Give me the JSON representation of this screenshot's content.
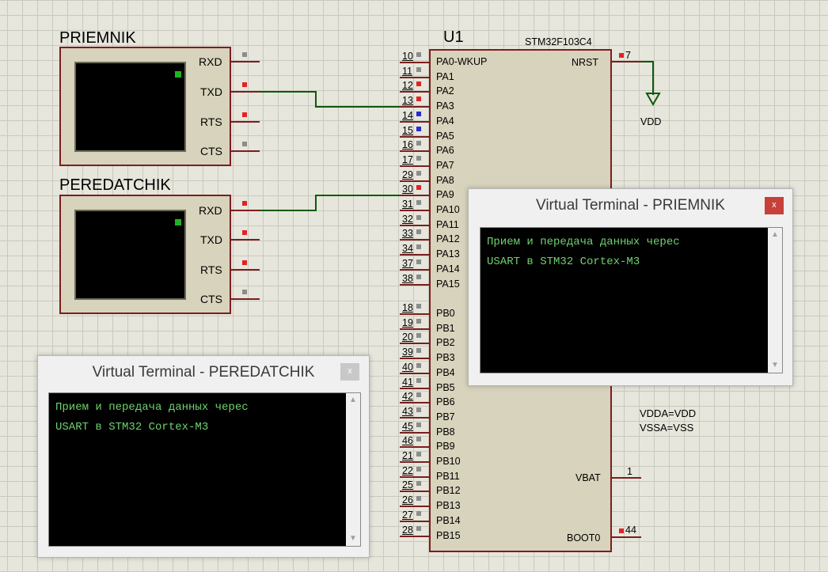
{
  "schematic": {
    "receiver": {
      "name": "PRIEMNIK",
      "pins": [
        "RXD",
        "TXD",
        "RTS",
        "CTS"
      ]
    },
    "transmitter": {
      "name": "PEREDATCHIK",
      "pins": [
        "RXD",
        "TXD",
        "RTS",
        "CTS"
      ]
    },
    "mcu": {
      "ref": "U1",
      "part": "STM32F103C4",
      "left_pins": [
        {
          "num": "10",
          "name": "PA0-WKUP"
        },
        {
          "num": "11",
          "name": "PA1"
        },
        {
          "num": "12",
          "name": "PA2"
        },
        {
          "num": "13",
          "name": "PA3"
        },
        {
          "num": "14",
          "name": "PA4"
        },
        {
          "num": "15",
          "name": "PA5"
        },
        {
          "num": "16",
          "name": "PA6"
        },
        {
          "num": "17",
          "name": "PA7"
        },
        {
          "num": "29",
          "name": "PA8"
        },
        {
          "num": "30",
          "name": "PA9"
        },
        {
          "num": "31",
          "name": "PA10"
        },
        {
          "num": "32",
          "name": "PA11"
        },
        {
          "num": "33",
          "name": "PA12"
        },
        {
          "num": "34",
          "name": "PA13"
        },
        {
          "num": "37",
          "name": "PA14"
        },
        {
          "num": "38",
          "name": "PA15"
        },
        {
          "num": "18",
          "name": "PB0"
        },
        {
          "num": "19",
          "name": "PB1"
        },
        {
          "num": "20",
          "name": "PB2"
        },
        {
          "num": "39",
          "name": "PB3"
        },
        {
          "num": "40",
          "name": "PB4"
        },
        {
          "num": "41",
          "name": "PB5"
        },
        {
          "num": "42",
          "name": "PB6"
        },
        {
          "num": "43",
          "name": "PB7"
        },
        {
          "num": "45",
          "name": "PB8"
        },
        {
          "num": "46",
          "name": "PB9"
        },
        {
          "num": "21",
          "name": "PB10"
        },
        {
          "num": "22",
          "name": "PB11"
        },
        {
          "num": "25",
          "name": "PB12"
        },
        {
          "num": "26",
          "name": "PB13"
        },
        {
          "num": "27",
          "name": "PB14"
        },
        {
          "num": "28",
          "name": "PB15"
        }
      ],
      "nrst": {
        "name": "NRST",
        "num": "7"
      },
      "vbat": {
        "name": "VBAT",
        "num": "1"
      },
      "boot0": {
        "name": "BOOT0",
        "num": "44"
      },
      "power_note_1": "VDDA=VDD",
      "power_note_2": "VSSA=VSS"
    },
    "vdd_label": "VDD",
    "colors": {
      "wire": "#0b5a0b",
      "body_border": "#7b1e1e",
      "body_fill": "#d7d3bc",
      "pin_red": "#e02424",
      "terminal_text": "#6fd26f"
    }
  },
  "windows": {
    "priemnik": {
      "title": "Virtual Terminal - PRIEMNIK",
      "close": "x",
      "lines": [
        "Прием и передача данных черес",
        "USART в STM32 Cortex-M3"
      ]
    },
    "peredatchik": {
      "title": "Virtual Terminal - PEREDATCHIK",
      "close": "x",
      "lines": [
        "Прием и передача данных черес",
        "USART в STM32 Cortex-M3"
      ]
    }
  }
}
